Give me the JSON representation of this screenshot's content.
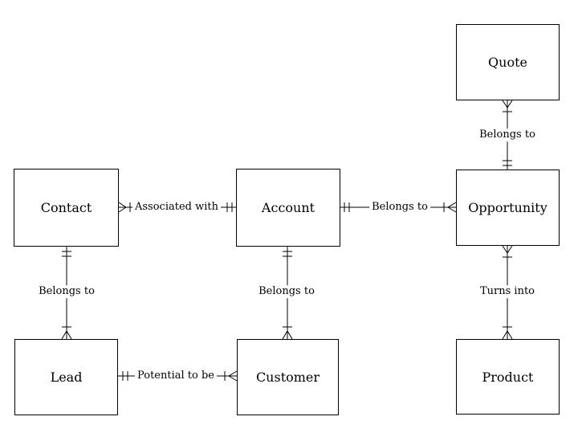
{
  "style": {
    "background": "#ffffff",
    "line_color": "#000000",
    "text_color": "#000000"
  },
  "notation": {
    "type": "crow-foot",
    "one_or_many_symbol": "crow-foot with single tick",
    "exactly_one_symbol": "double tick"
  },
  "entities": {
    "quote": {
      "label": "Quote"
    },
    "contact": {
      "label": "Contact"
    },
    "account": {
      "label": "Account"
    },
    "opportunity": {
      "label": "Opportunity"
    },
    "lead": {
      "label": "Lead"
    },
    "customer": {
      "label": "Customer"
    },
    "product": {
      "label": "Product"
    }
  },
  "relationships": {
    "contact_account": {
      "label": "Associated with",
      "from": "Contact",
      "to": "Account",
      "from_cardinality": "one-or-many",
      "to_cardinality": "one-and-only-one"
    },
    "account_opportunity": {
      "label": "Belongs to",
      "from": "Account",
      "to": "Opportunity",
      "from_cardinality": "one-and-only-one",
      "to_cardinality": "one-or-many"
    },
    "quote_opportunity": {
      "label": "Belongs to",
      "from": "Quote",
      "to": "Opportunity",
      "from_cardinality": "one-or-many",
      "to_cardinality": "one-and-only-one"
    },
    "contact_lead": {
      "label": "Belongs to",
      "from": "Contact",
      "to": "Lead",
      "from_cardinality": "one-and-only-one",
      "to_cardinality": "one-or-many"
    },
    "account_customer": {
      "label": "Belongs to",
      "from": "Account",
      "to": "Customer",
      "from_cardinality": "one-and-only-one",
      "to_cardinality": "one-or-many"
    },
    "opportunity_product": {
      "label": "Turns into",
      "from": "Opportunity",
      "to": "Product",
      "from_cardinality": "one-or-many",
      "to_cardinality": "one-or-many"
    },
    "lead_customer": {
      "label": "Potential to be",
      "from": "Lead",
      "to": "Customer",
      "from_cardinality": "one-and-only-one",
      "to_cardinality": "one-or-many"
    }
  }
}
